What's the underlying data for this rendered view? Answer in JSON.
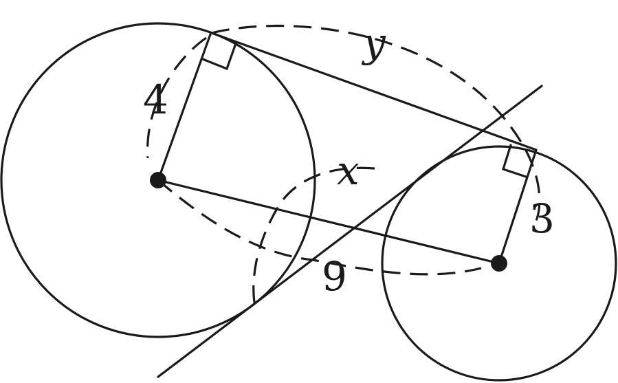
{
  "labels": {
    "radius_large": "4",
    "radius_small": "3",
    "center_distance": "9",
    "internal_tangent_length": "x",
    "external_tangent_length": "y"
  },
  "colors": {
    "ink": "#1a1a1a",
    "background": "#ffffff"
  }
}
